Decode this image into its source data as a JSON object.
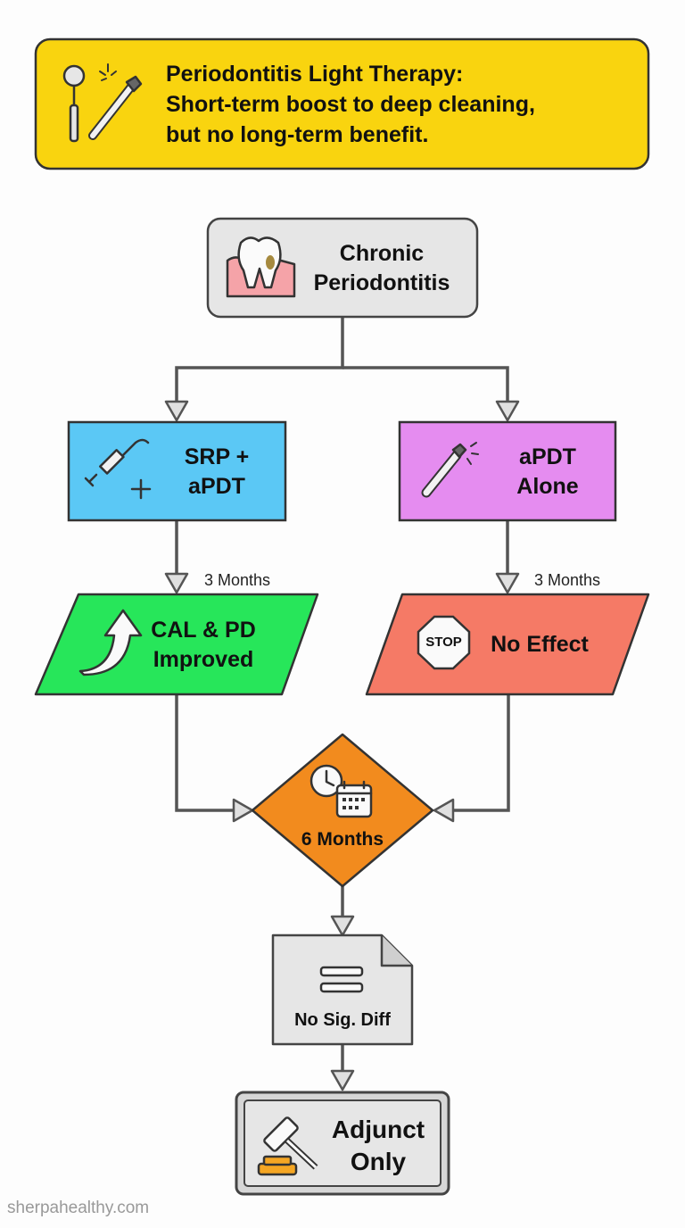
{
  "header": {
    "title_line1": "Periodontitis Light Therapy:",
    "title_line2": "Short-term boost to deep cleaning,",
    "title_line3": "but no long-term benefit.",
    "icon": "dental-tools-icon",
    "background": "#f9d40f"
  },
  "nodes": {
    "start": {
      "line1": "Chronic",
      "line2": "Periodontitis",
      "icon": "tooth-icon"
    },
    "srp": {
      "line1": "SRP +",
      "line2": "aPDT",
      "icon": "syringe-plus-icon",
      "color": "#5bc8f5"
    },
    "apdt": {
      "line1": "aPDT",
      "line2": "Alone",
      "icon": "light-device-icon",
      "color": "#e58cf0"
    },
    "improved": {
      "line1": "CAL & PD",
      "line2": "Improved",
      "icon": "up-arrow-icon",
      "color": "#27e65a"
    },
    "noeffect": {
      "text": "No Effect",
      "stop_text": "STOP",
      "icon": "stop-sign-icon",
      "color": "#f57a66"
    },
    "sixmonths": {
      "text": "6 Months",
      "icon": "clock-calendar-icon",
      "color": "#f28b1e"
    },
    "nosig": {
      "text": "No Sig. Diff",
      "icon": "equals-icon"
    },
    "adjunct": {
      "line1": "Adjunct",
      "line2": "Only",
      "icon": "gavel-icon"
    }
  },
  "edges": {
    "left_label": "3 Months",
    "right_label": "3 Months"
  },
  "footer": {
    "text": "sherpahealthy.com"
  }
}
